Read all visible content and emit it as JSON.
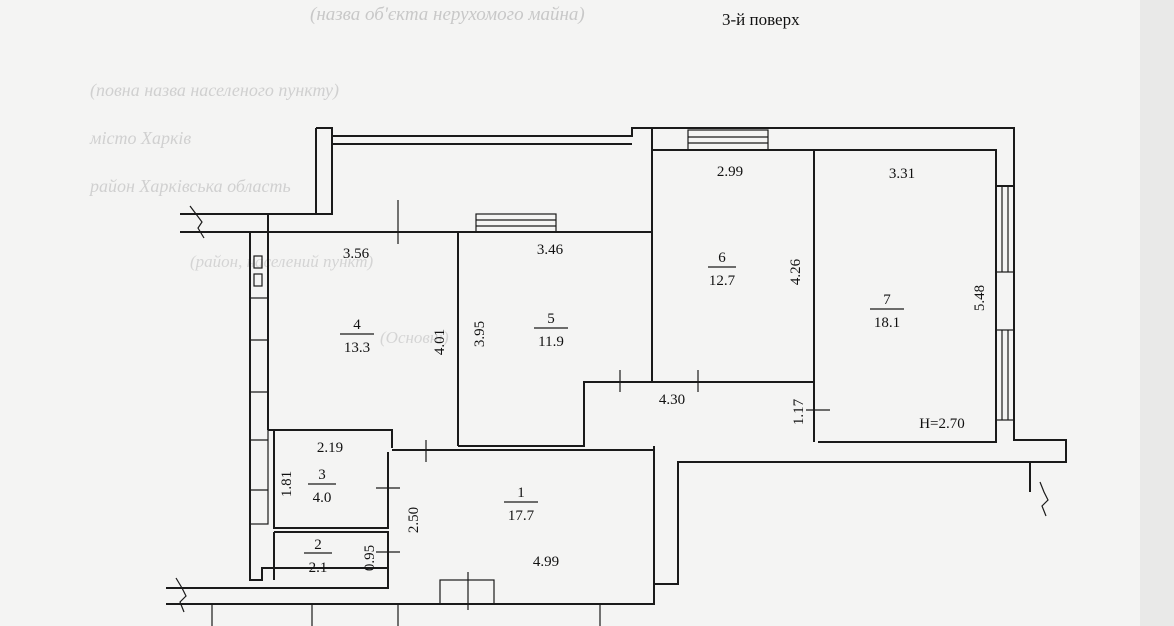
{
  "header": {
    "floor_title": "3-й поверх"
  },
  "watermark": {
    "lines": [
      "(назва об'єкта нерухомого майна)",
      "(повна назва населеного пункту)",
      "місто Харків",
      "район Харківська область",
      "(район, населений пункт)",
      "(Основні)"
    ]
  },
  "rooms": [
    {
      "id": "1",
      "number": "1",
      "area": "17.7"
    },
    {
      "id": "2",
      "number": "2",
      "area": "2.1"
    },
    {
      "id": "3",
      "number": "3",
      "area": "4.0"
    },
    {
      "id": "4",
      "number": "4",
      "area": "13.3"
    },
    {
      "id": "5",
      "number": "5",
      "area": "11.9"
    },
    {
      "id": "6",
      "number": "6",
      "area": "12.7"
    },
    {
      "id": "7",
      "number": "7",
      "area": "18.1"
    }
  ],
  "dimensions": {
    "d356": "3.56",
    "d346": "3.46",
    "d299": "2.99",
    "d331": "3.31",
    "d401": "4.01",
    "d395": "3.95",
    "d426": "4.26",
    "d548": "5.48",
    "d430": "4.30",
    "d117": "1.17",
    "d219": "2.19",
    "d181": "1.81",
    "d250": "2.50",
    "d095": "0.95",
    "d499": "4.99"
  },
  "height_label": "H=2.70"
}
